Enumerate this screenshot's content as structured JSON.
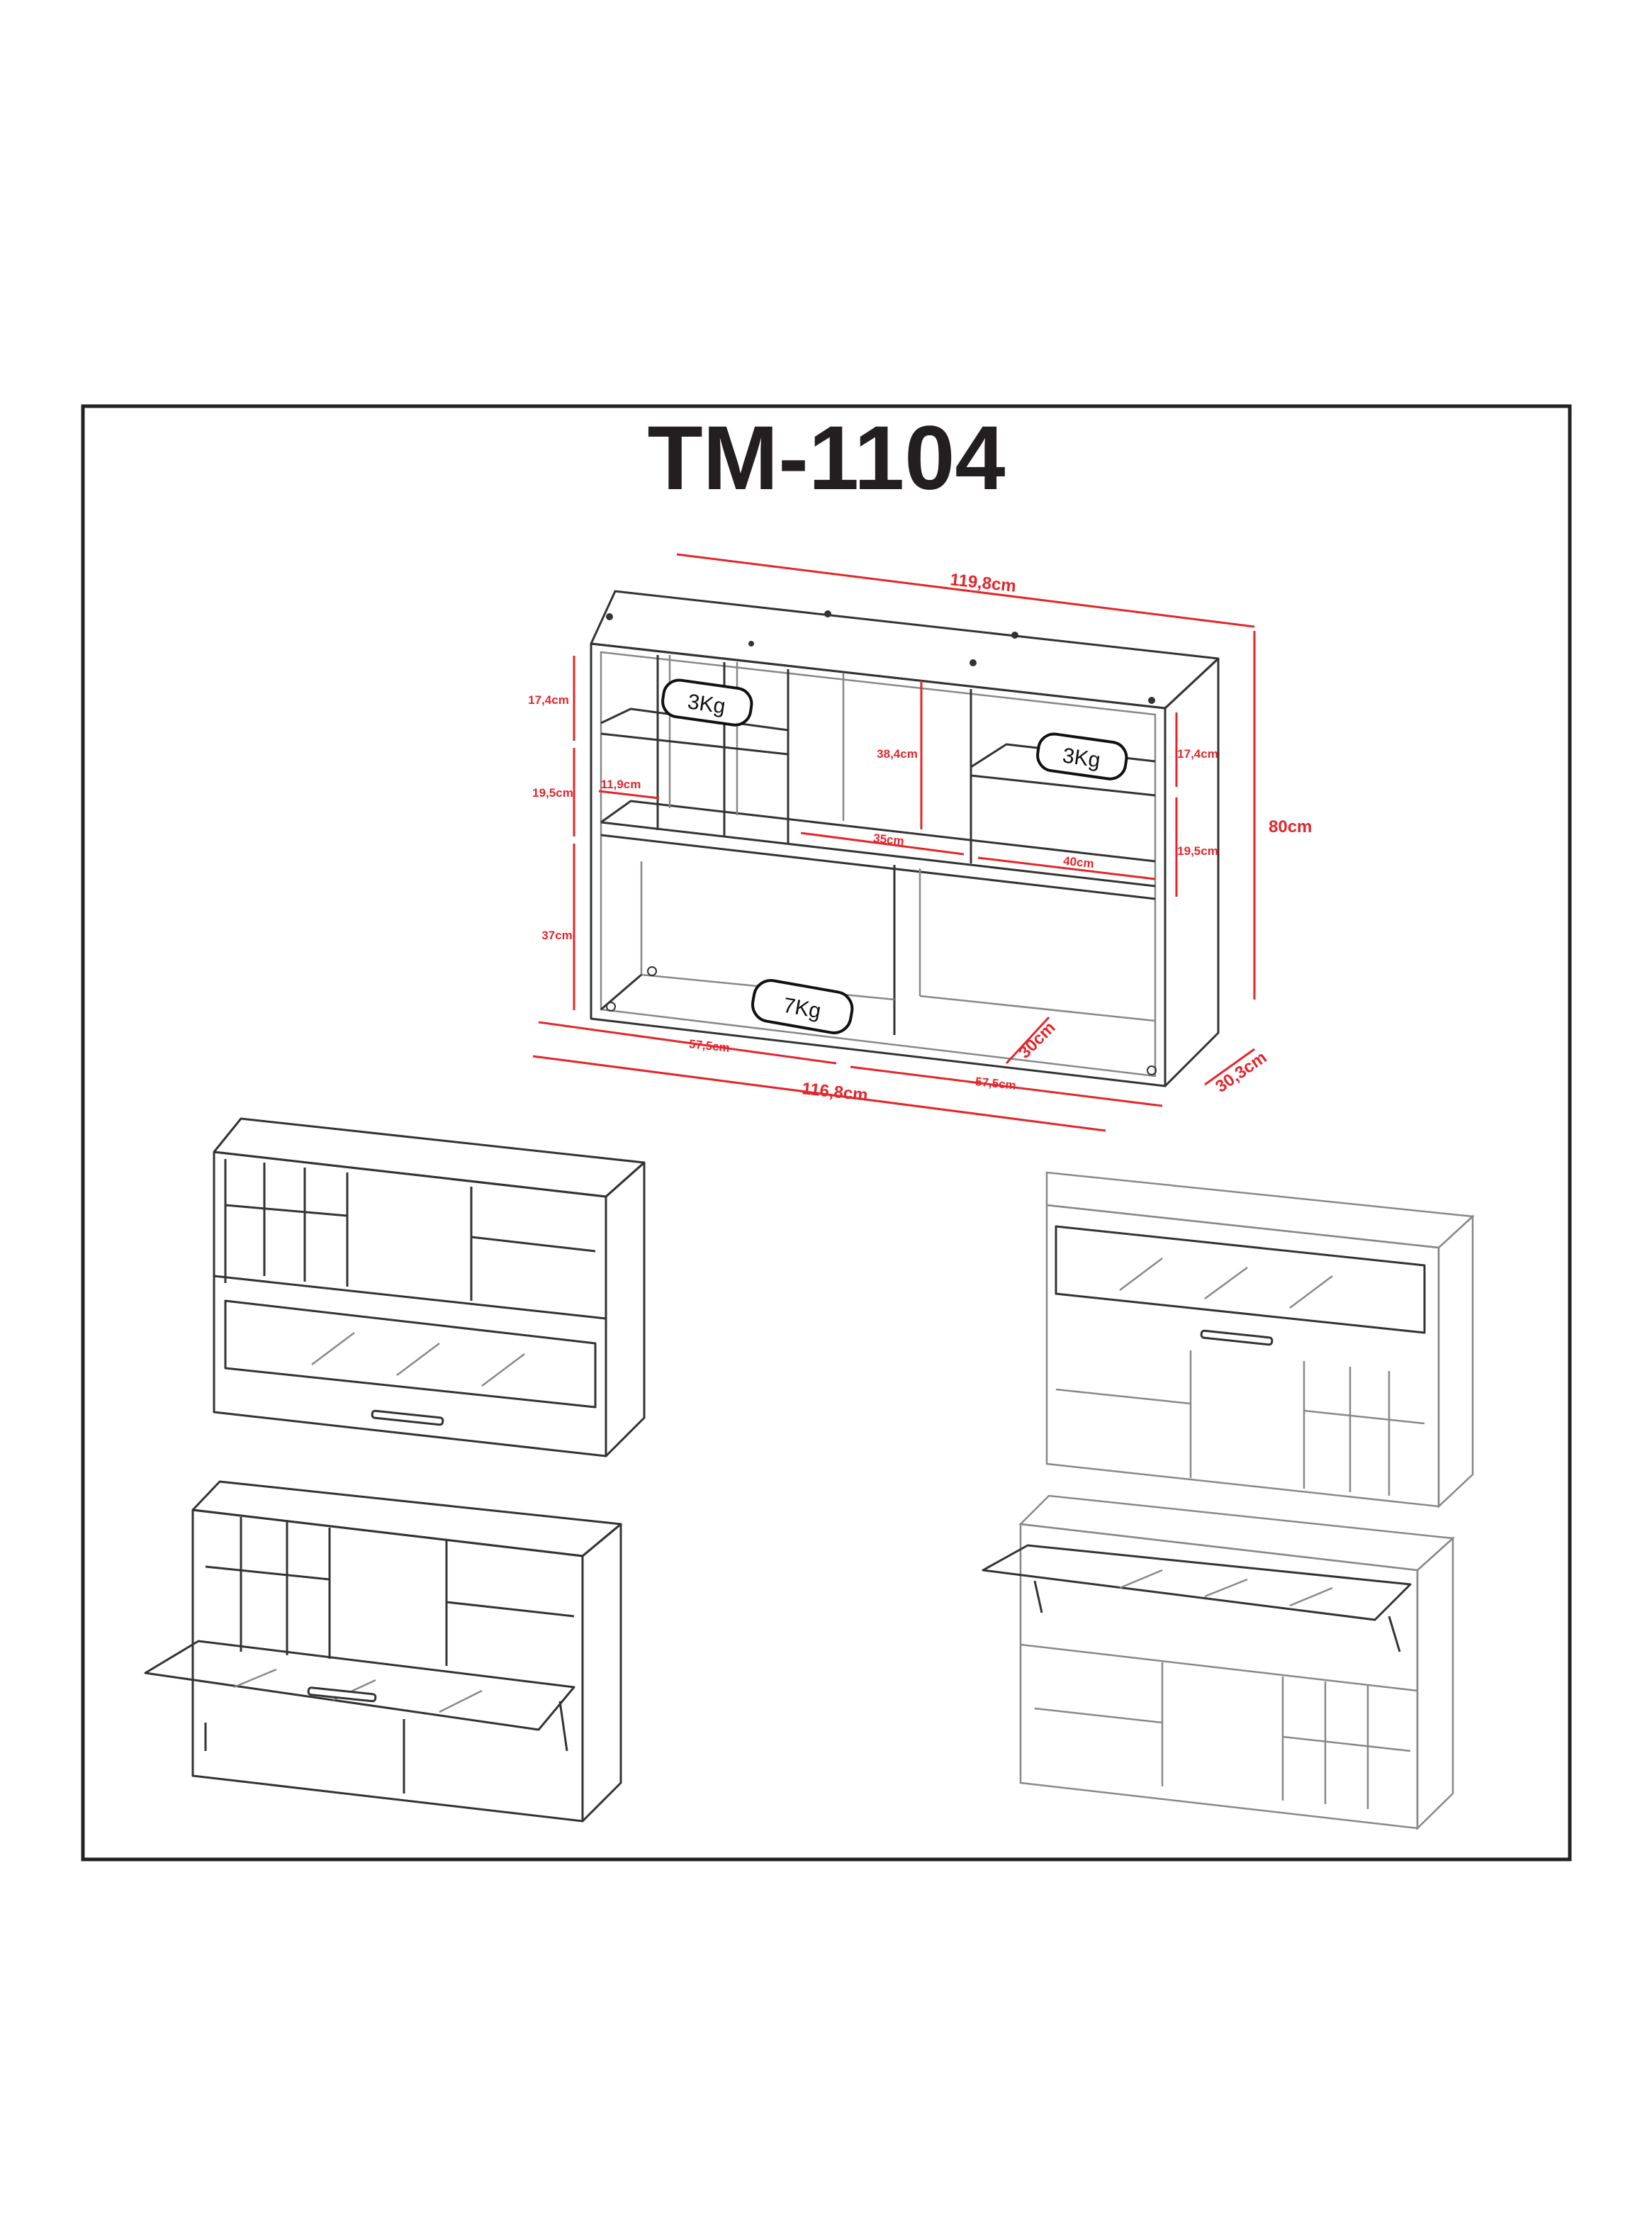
{
  "title": "TM-1104",
  "dimensions": {
    "total_width_top": "119,8cm",
    "total_height": "80cm",
    "depth": "30,3cm",
    "bottom_width": "116,8cm",
    "left_bay_width": "57,5cm",
    "right_bay_width": "57,5cm",
    "inner_depth": "30cm",
    "left_upper_height": "17,4cm",
    "left_middle_height": "19,5cm",
    "left_lower_height": "37cm",
    "small_niche_width": "11,9cm",
    "center_niche_height": "38,4cm",
    "center_niche_width": "35cm",
    "right_niche_width": "40cm",
    "right_upper_height": "17,4cm",
    "right_middle_height": "19,5cm"
  },
  "weights": {
    "left_shelf": "3Kg",
    "right_shelf": "3Kg",
    "bottom_shelf": "7Kg"
  },
  "colors": {
    "dimension": "#e3262b",
    "line": "#333333"
  }
}
